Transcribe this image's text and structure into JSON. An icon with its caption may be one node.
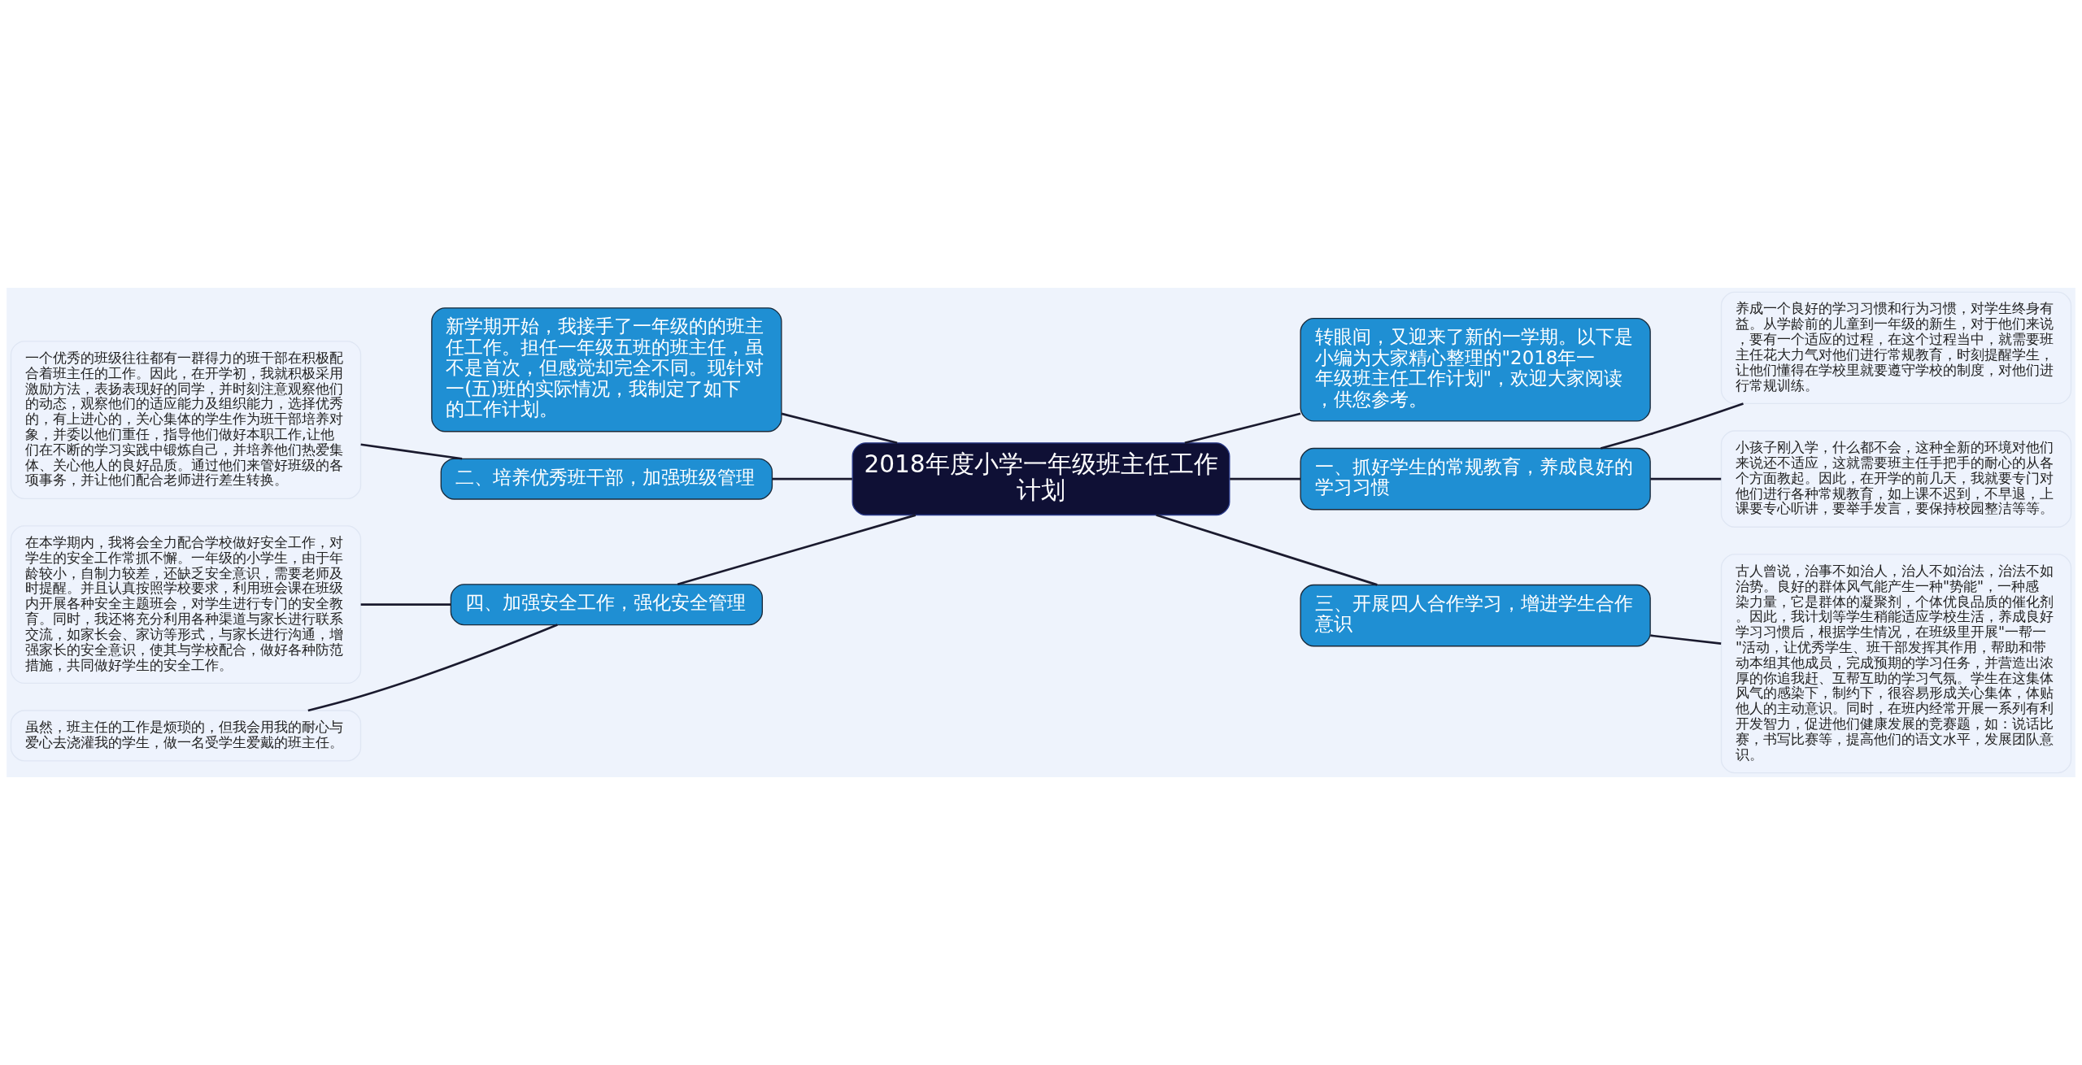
{
  "diagram": {
    "nodes": [
      {
        "text": [
          "2018年度小学一年级班主任工作计划"
        ]
      },
      {
        "text": [
          "新学期开始，我接手了一年级的的班主任工作。担任一年级五班的班主任，虽不是首次，但感觉却完全不同。现针对一(五)班的实际情况，我制定了如下的工作计划。"
        ]
      },
      {
        "text": [
          "转眼间，又迎来了新的一学期。以下是小编为大家精心整理的\"2018年一年级班主任工作计划\"，欢迎大家阅读，供您参考。"
        ]
      },
      {
        "text": [
          "二、培养优秀班干部，加强班级管理"
        ]
      },
      {
        "text": [
          "一个优秀的班级往往都有一群得力的班干部在积极配合着班主任的工作。因此，在开学初，我就积极采用激励方法，表扬表现好的同学，并时刻注意观察他们的动态，观察他们的适应能力及组织能力，选择优秀的，有上进心的，关心集体的学生作为班干部培养对象，并委以他们重任，指导他们做好本职工作,让他们在不断的学习实践中锻炼自己，并培养他们热爱集体、关心他人的良好品质。通过他们来管好班级的各项事务，并让他们配合老师进行差生转换。"
        ]
      },
      {
        "text": [
          "一、抓好学生的常规教育，养成良好的学习习惯"
        ]
      },
      {
        "text": [
          "养成一个良好的学习习惯和行为习惯，对学生终身有益。从学龄前的儿童到一年级的新生，对于他们来说，要有一个适应的过程，在这个过程当中，就需要班主任花大力气对他们进行常规教育，时刻提醒学生，让他们懂得在学校里就要遵守学校的制度，对他们进行常规训练。"
        ]
      },
      {
        "text": [
          "小孩子刚入学，什么都不会，这种全新的环境对他们来说还不适应，这就需要班主任手把手的耐心的从各个方面教起。因此，在开学的前几天，我就要专门对他们进行各种常规教育，如上课不迟到，不早退，上课要专心听讲，要举手发言，要保持校园整洁等等。"
        ]
      },
      {
        "text": [
          "四、加强安全工作，强化安全管理"
        ]
      },
      {
        "text": [
          "在本学期内，我将会全力配合学校做好安全工作，对学生的安全工作常抓不懈。一年级的小学生，由于年龄较小，自制力较差，还缺乏安全意识，需要老师及时提醒。并且认真按照学校要求，利用班会课在班级内开展各种安全主题班会，对学生进行专门的安全教育。同时，我还将充分利用各种渠道与家长进行联系交流，如家长会、家访等形式，与家长进行沟通，增强家长的安全意识，使其与学校配合，做好各种防范措施，共同做好学生的安全工作。"
        ]
      },
      {
        "text": [
          "虽然，班主任的工作是烦琐的，但我会用我的耐心与爱心去浇灌我的学生，做一名受学生爱戴的班主任。"
        ]
      },
      {
        "text": [
          "三、开展四人合作学习，增进学生合作意识"
        ]
      },
      {
        "text": [
          "古人曾说，治事不如治人，治人不如治法，治法不如治势。良好的群体风气能产生一种\"势能\"，一种感染力量，它是群体的凝聚剂，个体优良品质的催化剂。因此，我计划等学生稍能适应学校生活，养成良好学习习惯后，根据学生情况，在班级里开展\"一帮一\"活动，让优秀学生、班干部发挥其作用，帮助和带动本组其他成员，完成预期的学习任务，并营造出浓厚的你追我赶、互帮互助的学习气氛。学生在这集体风气的感染下，制约下，很容易形成关心集体，体贴他人的主动意识。同时，在班内经常开展一系列有利开发智力，促进他们健康发展的竞赛题，如：说话比赛，书写比赛等，提高他们的语文水平，发展团队意识。"
        ]
      }
    ],
    "edges": [
      {
        "from": 0,
        "to": 1,
        "arrow": "none"
      },
      {
        "from": 0,
        "to": 2,
        "arrow": "none"
      },
      {
        "from": 0,
        "to": 3,
        "arrow": "none"
      },
      {
        "from": 3,
        "to": 4,
        "arrow": "none"
      },
      {
        "from": 0,
        "to": 5,
        "arrow": "none"
      },
      {
        "from": 5,
        "to": 6,
        "arrow": "none"
      },
      {
        "from": 5,
        "to": 7,
        "arrow": "none"
      },
      {
        "from": 0,
        "to": 8,
        "arrow": "none"
      },
      {
        "from": 8,
        "to": 9,
        "arrow": "none"
      },
      {
        "from": 8,
        "to": 10,
        "arrow": "none"
      },
      {
        "from": 0,
        "to": 11,
        "arrow": "none"
      },
      {
        "from": 11,
        "to": 12,
        "arrow": "none"
      }
    ]
  }
}
